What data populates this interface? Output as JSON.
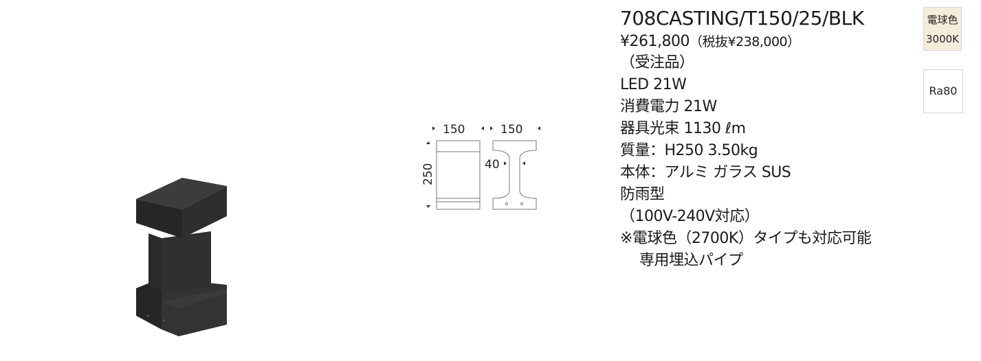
{
  "product": {
    "model": "708CASTING/T150/25/BLK",
    "price": "¥261,800",
    "price_tax_excluded": "（税抜¥238,000）",
    "order_type": "（受注品）",
    "specs": [
      "LED 21W",
      "消費電力 21W",
      "器具光束 1130 ℓm",
      "質量：H250 3.50kg",
      "本体：アルミ ガラス SUS",
      "防雨型",
      "（100V-240V対応）",
      "※電球色（2700K）タイプも対応可能",
      "専用埋込パイプ"
    ]
  },
  "badges": {
    "color_name": "電球色",
    "color_temp": "3000K",
    "ra": "Ra80"
  },
  "drawing": {
    "width_front": "150",
    "width_side": "150",
    "height": "250",
    "stem_width": "40"
  },
  "colors": {
    "product_body": "#2b2b2b",
    "badge_warm": "#f6ecdc"
  }
}
